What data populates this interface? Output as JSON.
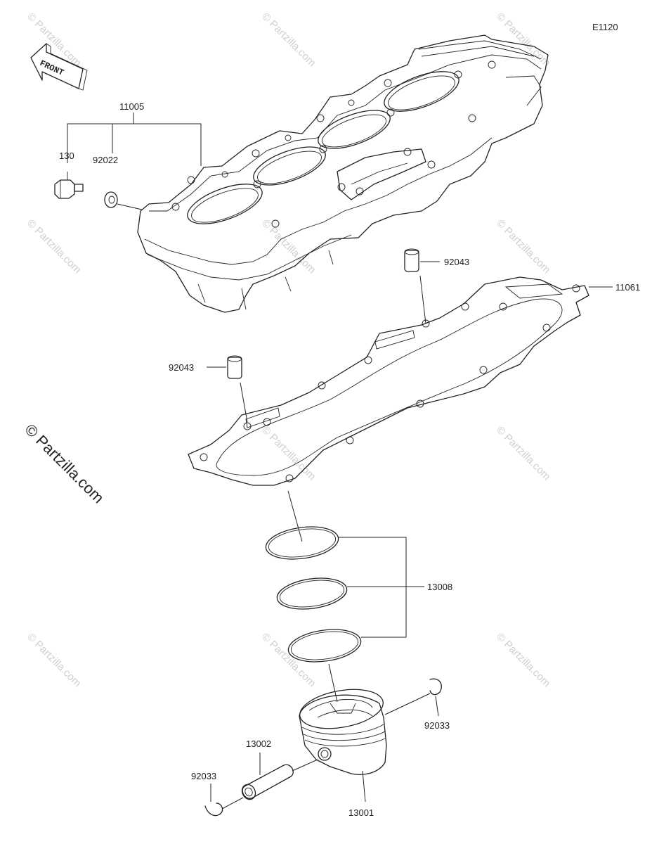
{
  "diagram_code": "E1120",
  "front_label": "FRONT",
  "watermark": "© Partzilla.com",
  "parts": {
    "cylinder": "11005",
    "bolt": "130",
    "washer": "92022",
    "dowel_upper": "92043",
    "dowel_lower": "92043",
    "gasket": "11061",
    "ring_set": "13008",
    "piston": "13001",
    "piston_pin": "13002",
    "snap_ring_right": "92033",
    "snap_ring_left": "92033"
  }
}
